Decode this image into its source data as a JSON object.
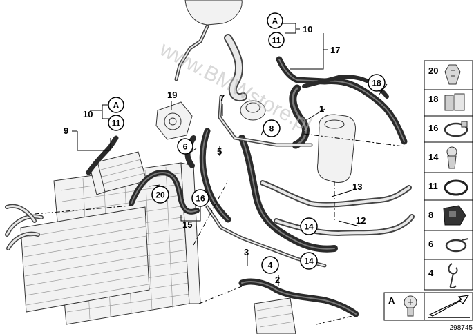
{
  "watermark": "www.BMWstore.pl",
  "reference_number": "298745",
  "callouts": {
    "group_a_top": {
      "letter": "A",
      "num11": "11",
      "num10": "10",
      "num17": "17"
    },
    "group_a_left": {
      "letter": "A",
      "num11": "11",
      "num10": "10",
      "num9": "9"
    },
    "c1": "1",
    "c2": "2",
    "c3": "3",
    "c4": "4",
    "c5": "5",
    "c6": "6",
    "c7": "7",
    "c8": "8",
    "c12": "12",
    "c13": "13",
    "c14a": "14",
    "c14b": "14",
    "c15": "15",
    "c16": "16",
    "c18": "18",
    "c19": "19",
    "c20": "20"
  },
  "legend": [
    {
      "num": "20",
      "icon": "hose-clip-icon"
    },
    {
      "num": "18",
      "icon": "clamp-bracket-icon"
    },
    {
      "num": "16",
      "icon": "hose-clamp-icon"
    },
    {
      "num": "14",
      "icon": "expanding-rivet-icon"
    },
    {
      "num": "11",
      "icon": "o-ring-icon"
    },
    {
      "num": "8",
      "icon": "rubber-mount-icon"
    },
    {
      "num": "6",
      "icon": "clamp-icon"
    },
    {
      "num": "4",
      "icon": "spring-clip-icon"
    }
  ],
  "legend_footer": {
    "letter": "A",
    "icon": "bleed-screw-icon",
    "arrow": "direction-arrow-icon"
  }
}
